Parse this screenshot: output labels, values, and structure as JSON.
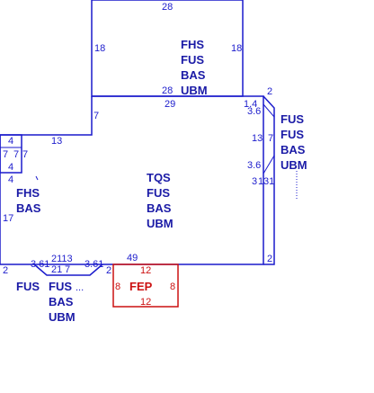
{
  "colors": {
    "outline": "#1a1acc",
    "dimension": "#1c1ccc",
    "label": "#1a1aa6",
    "accent": "#cc1111"
  },
  "top_section": {
    "width": "28",
    "height": "18",
    "bottom_width": "28",
    "labels": [
      "FHS",
      "FUS",
      "BAS",
      "UBM"
    ]
  },
  "main_section": {
    "top_width": "29",
    "left_step": "7",
    "left_run": "13",
    "left_height": "17",
    "bottom_width": "49",
    "bottom_right": "2",
    "labels": [
      "TQS",
      "FUS",
      "BAS",
      "UBM"
    ],
    "right_dims": [
      "1.4",
      "2",
      "3.6",
      "13",
      "7",
      "3.6",
      "3",
      "1",
      "31"
    ]
  },
  "left_box": {
    "dims": [
      "4",
      "7",
      "7",
      "7",
      "4",
      "4"
    ],
    "labels": [
      "FHS",
      "BAS"
    ]
  },
  "right_annex": {
    "labels": [
      "FUS",
      "FUS",
      "BAS",
      "UBM"
    ]
  },
  "bottom_section": {
    "dims": [
      "2",
      "3.61",
      "21",
      "7",
      "2113",
      "3.61",
      "2"
    ],
    "labels": [
      "FUS",
      "FUS",
      "...",
      "BAS",
      "UBM"
    ]
  },
  "fep_box": {
    "label": "FEP",
    "top": "12",
    "bottom": "12",
    "left": "8",
    "right": "8"
  }
}
